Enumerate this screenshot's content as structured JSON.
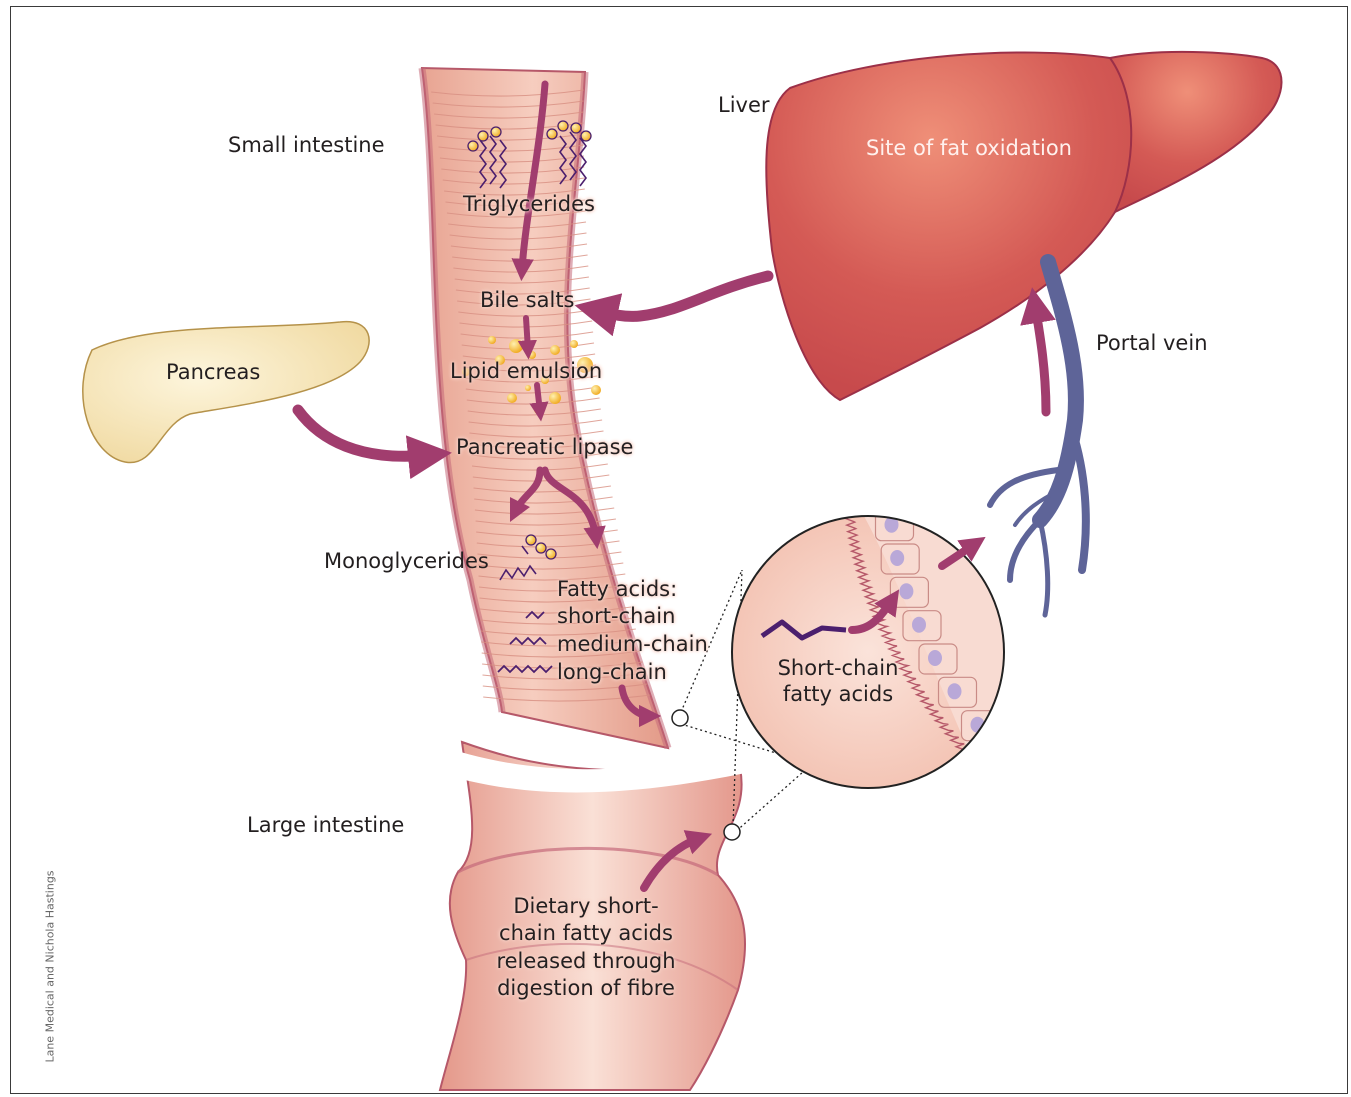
{
  "labels": {
    "small_intestine": "Small intestine",
    "large_intestine": "Large intestine",
    "liver": "Liver",
    "liver_site": "Site of fat oxidation",
    "portal_vein": "Portal vein",
    "pancreas": "Pancreas",
    "triglycerides": "Triglycerides",
    "bile_salts": "Bile salts",
    "lipid_emulsion": "Lipid emulsion",
    "pancreatic_lipase": "Pancreatic lipase",
    "monoglycerides": "Monoglycerides",
    "fatty_acids": {
      "heading": "Fatty acids:",
      "short": "short-chain",
      "medium": "medium-chain",
      "long": "long-chain"
    },
    "inset": {
      "line1": "Short-chain",
      "line2": "fatty acids"
    },
    "dietary": {
      "line1": "Dietary short-",
      "line2": "chain fatty acids",
      "line3": "released through",
      "line4": "digestion of fibre"
    },
    "credit": "Lane Medical and Nichola Hastings"
  },
  "colors": {
    "arrow": "#a13d6e",
    "intestine": "#eeb2a0",
    "liver": "#d45a55",
    "pancreas": "#f6e4b4",
    "vein": "#5e6498",
    "fat_globule": "#f5b82a",
    "chain": "#4b1f6e"
  }
}
